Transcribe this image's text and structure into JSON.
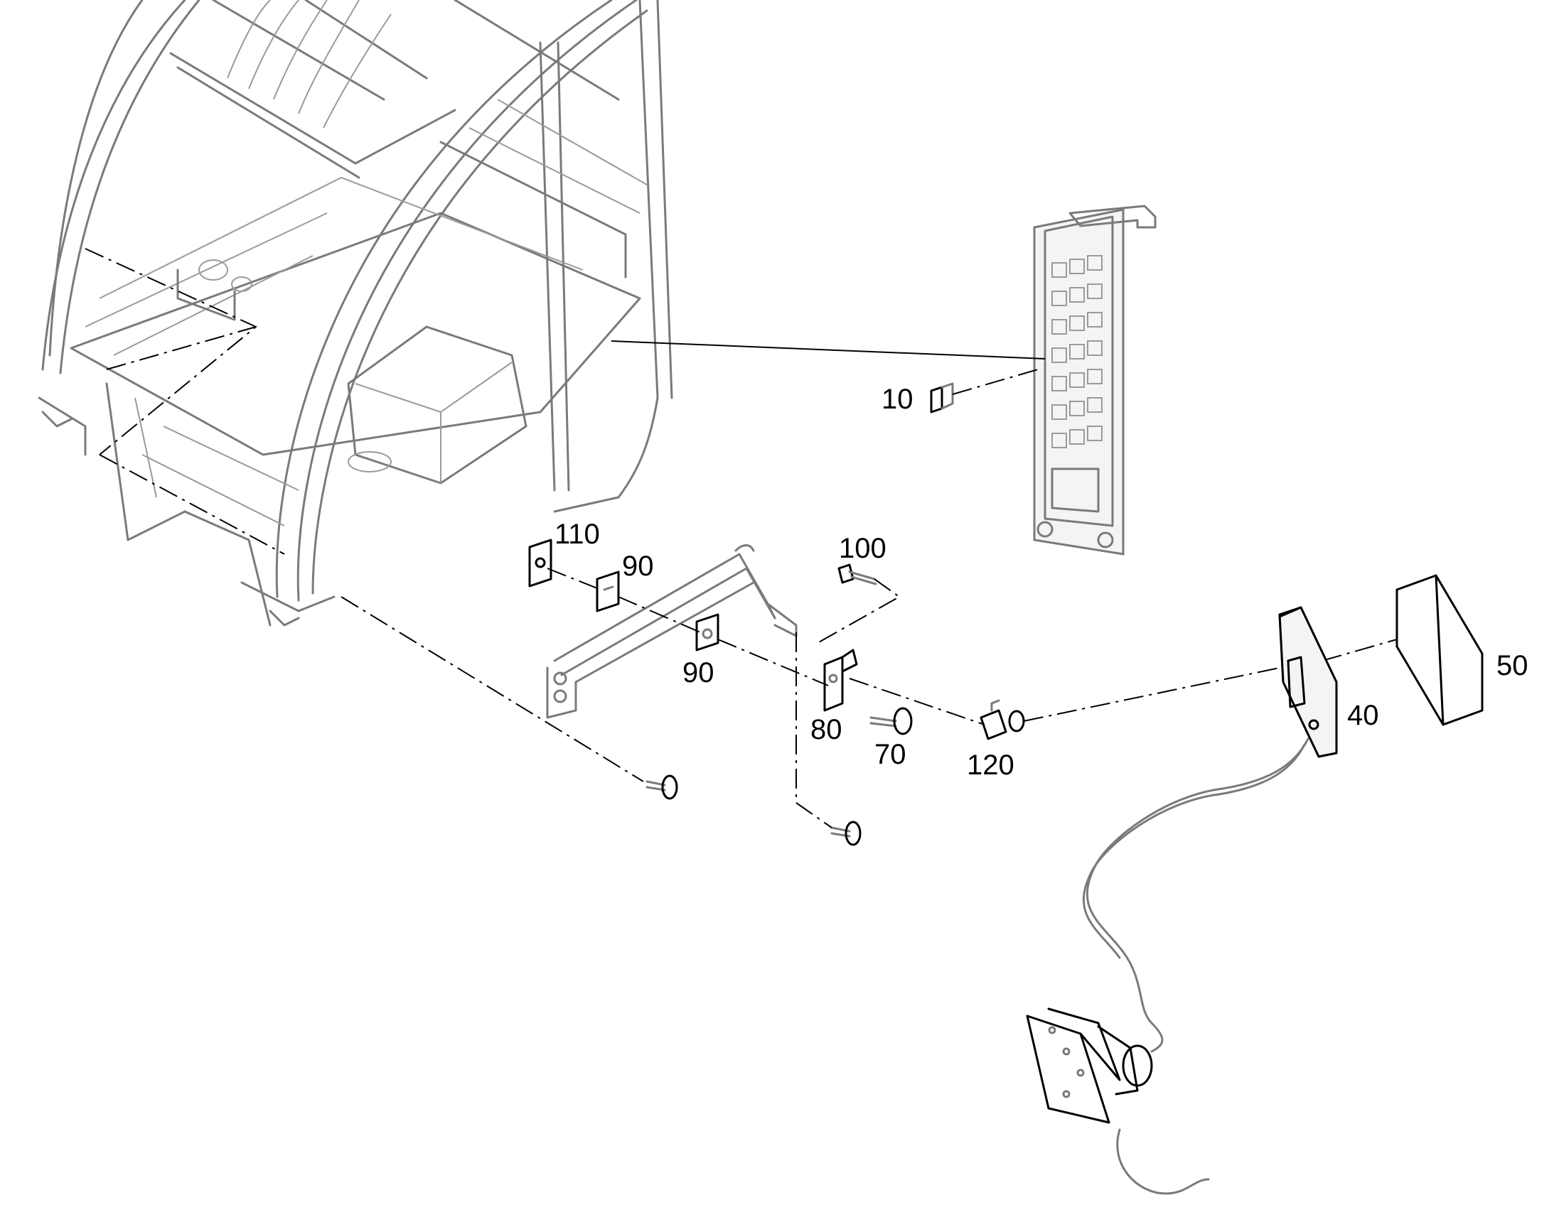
{
  "callouts": {
    "c10": "10",
    "c40": "40",
    "c50": "50",
    "c70": "70",
    "c80": "80",
    "c90a": "90",
    "c90b": "90",
    "c100": "100",
    "c110": "110",
    "c120": "120"
  }
}
